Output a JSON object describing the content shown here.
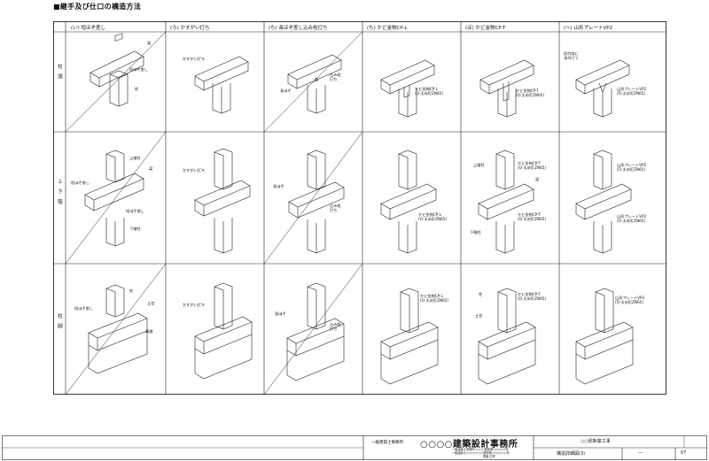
{
  "page_title": "■継手及び仕口の構造方法",
  "columns": [
    {
      "label": "(い) 短ほぞ差し"
    },
    {
      "label": "(ろ) かすがい打ち"
    },
    {
      "label": "(ち) 長ほぞ差し込み栓打ち"
    },
    {
      "label": "(ち) かど金物CP-L"
    },
    {
      "label": "(ほ) かど金物CP-T"
    },
    {
      "label": "(へ) 山形プレートVP2"
    }
  ],
  "rows": [
    {
      "label": "柱頭"
    },
    {
      "label": "上下階"
    },
    {
      "label": "柱脚"
    }
  ],
  "notes": {
    "r1c1_beam": "梁",
    "r1c1_tenon": "短ほぞ差し",
    "r1c1_column": "柱",
    "r1c2": "かすがい打ち",
    "r1c3_peg": "込み栓\n打ち",
    "r1c3_tenon": "長ほぞ",
    "r1c4": "かど金物CP-L\n(O-太め釘ZN65)",
    "r1c5": "かど金物CP-T\n(O-太め釘ZN65)",
    "r1c6_left": "段付部に\n浅付けて",
    "r1c6_right": "山形プレートVP2\n(O-太め釘ZN65)",
    "r2c1_upper": "上階柱",
    "r2c1_beam": "梁",
    "r2c1_tenon": "短ほぞ差し",
    "r2c1_tenon2": "短ほぞ差し",
    "r2c1_lower": "下階柱",
    "r2c2": "かすがい打ち",
    "r2c3_tenon": "長ほぞ",
    "r2c3_peg": "込み栓\n打ち",
    "r2c4": "かど金物CP-L\n(O-太め釘ZN65)",
    "r2c5_upper": "上階柱",
    "r2c5_top": "かど金物CP-T\n(O-太め釘ZN65)",
    "r2c5_beam": "梁",
    "r2c5_bottom": "かど金物CP-T\n(O-太め釘ZN65)",
    "r2c5_lower": "下階柱",
    "r2c6_top": "山形プレートVP2\n(O-太め釘ZN65)",
    "r2c6_bottom": "山形プレートVP2\n(O-太め釘ZN65)",
    "r3c1_column": "柱",
    "r3c1_tenon": "短ほぞ差し",
    "r3c1_sill": "土台",
    "r3c1_base": "基礎",
    "r3c2": "かすがい打ち",
    "r3c3_tenon": "長ほぞ",
    "r3c3_peg": "込み栓\n打ち",
    "r3c4": "かど金物CP-L\n(O-太め釘ZN65)",
    "r3c5_column": "柱",
    "r3c5_sill": "土台",
    "r3c5": "かど金物CP-T\n(O-太め釘ZN65)",
    "r3c6": "山形プレートVP2\n(O-太め釘ZN65)"
  },
  "title_block": {
    "office_type": "一級建築士事務所",
    "company": "○○○○建築設計事務所",
    "sub_lines": [
      "一級建築士事務所○○○○登録第○○○○○号",
      "一級建築士○○○○○○○登録第○○○○○○号",
      "図面 記号"
    ],
    "project": "○○邸新築工事",
    "drawing_name": "構造詳細図(3)",
    "scale": "—",
    "sheet_no": "07"
  }
}
